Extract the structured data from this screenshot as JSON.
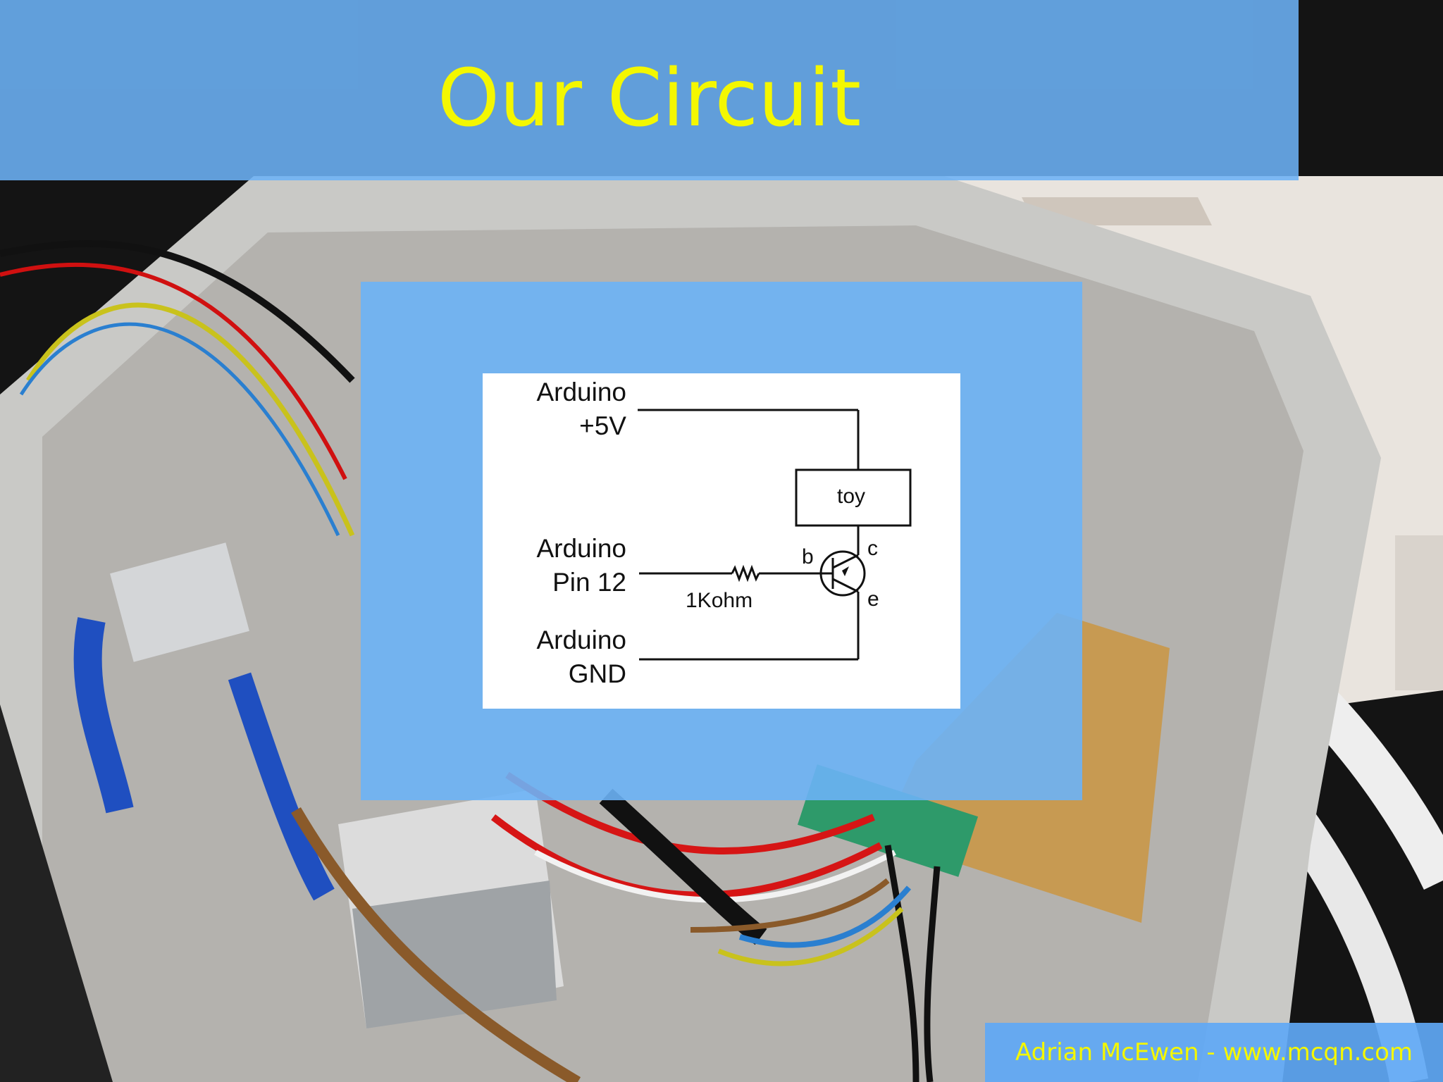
{
  "slide": {
    "title": "Our Circuit",
    "footer": "Adrian McEwen - www.mcqn.com"
  },
  "schematic": {
    "supply_label_line1": "Arduino",
    "supply_label_line2": "+5V",
    "pin_label_line1": "Arduino",
    "pin_label_line2": "Pin 12",
    "ground_label_line1": "Arduino",
    "ground_label_line2": "GND",
    "load_label": "toy",
    "resistor_label": "1Kohm",
    "base_label": "b",
    "collector_label": "c",
    "emitter_label": "e"
  },
  "colors": {
    "banner": "#6cb2f6",
    "title_text": "#f4f700",
    "footer_text": "#f4f700"
  }
}
